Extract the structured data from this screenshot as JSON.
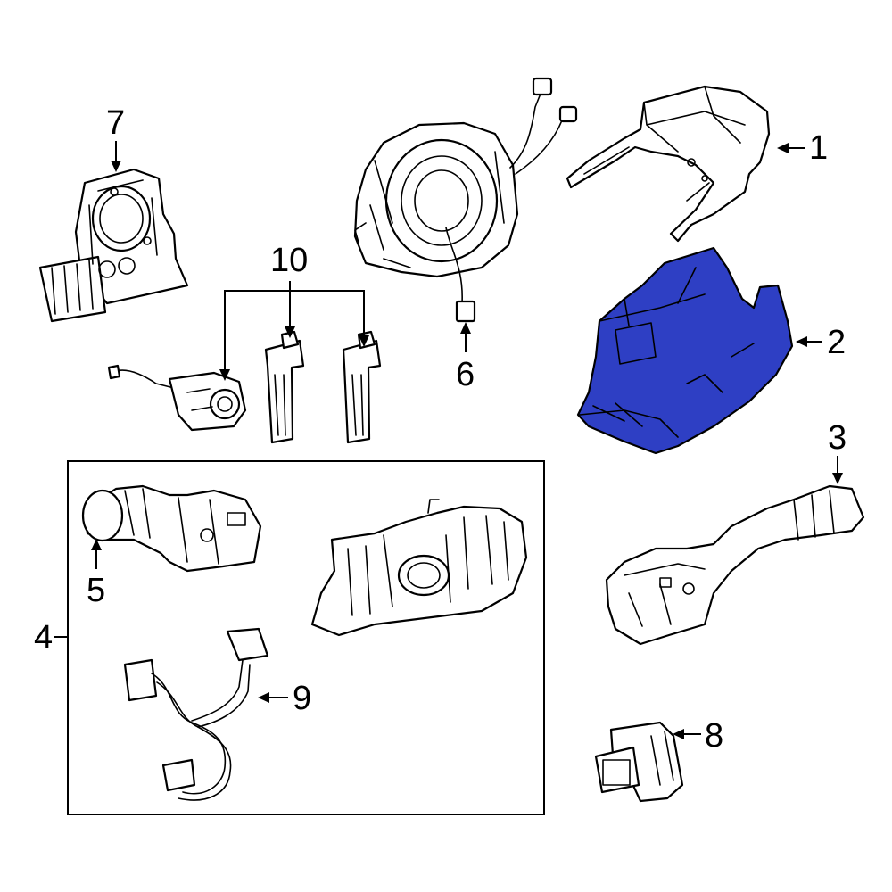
{
  "colors": {
    "highlight": "#2e3fc4",
    "highlight_dark": "#1a2490",
    "line": "#000000",
    "background": "#ffffff"
  },
  "callouts": {
    "c1": "1",
    "c2": "2",
    "c3": "3",
    "c4": "4",
    "c5": "5",
    "c6": "6",
    "c7": "7",
    "c8": "8",
    "c9": "9",
    "c10": "10"
  },
  "highlighted_part": "2",
  "parts": [
    {
      "callout": "1",
      "icon": "upper-column-cover-icon"
    },
    {
      "callout": "2",
      "icon": "lower-column-cover-icon"
    },
    {
      "callout": "3",
      "icon": "wiper-switch-icon"
    },
    {
      "callout": "4",
      "icon": "combination-switch-assembly-group"
    },
    {
      "callout": "5",
      "icon": "turn-signal-switch-icon"
    },
    {
      "callout": "6",
      "icon": "clock-spring-icon"
    },
    {
      "callout": "7",
      "icon": "steering-angle-sensor-icon"
    },
    {
      "callout": "8",
      "icon": "push-switch-icon"
    },
    {
      "callout": "9",
      "icon": "wire-harness-icon"
    },
    {
      "callout": "10",
      "icon": "lock-cylinder-and-keys-icon"
    }
  ]
}
